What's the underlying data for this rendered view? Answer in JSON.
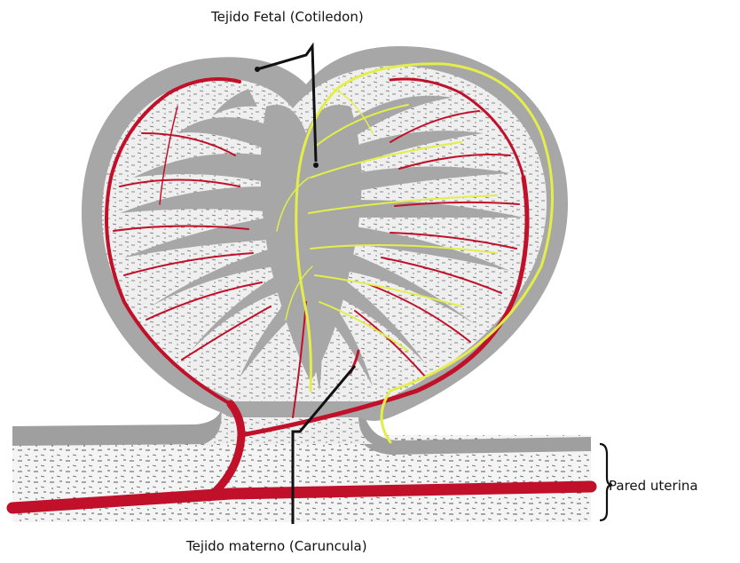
{
  "labels": {
    "fetal": "Tejido Fetal (Cotiledon)",
    "pared": "Pared uterina",
    "materno": "Tejido materno (Caruncula)"
  },
  "colors": {
    "fetal_tissue": "#a9a9a9",
    "maternal_tissue": "#f2f2f2",
    "artery": "#c0102a",
    "vein": "#e3ee4a",
    "pointer": "#111111"
  }
}
